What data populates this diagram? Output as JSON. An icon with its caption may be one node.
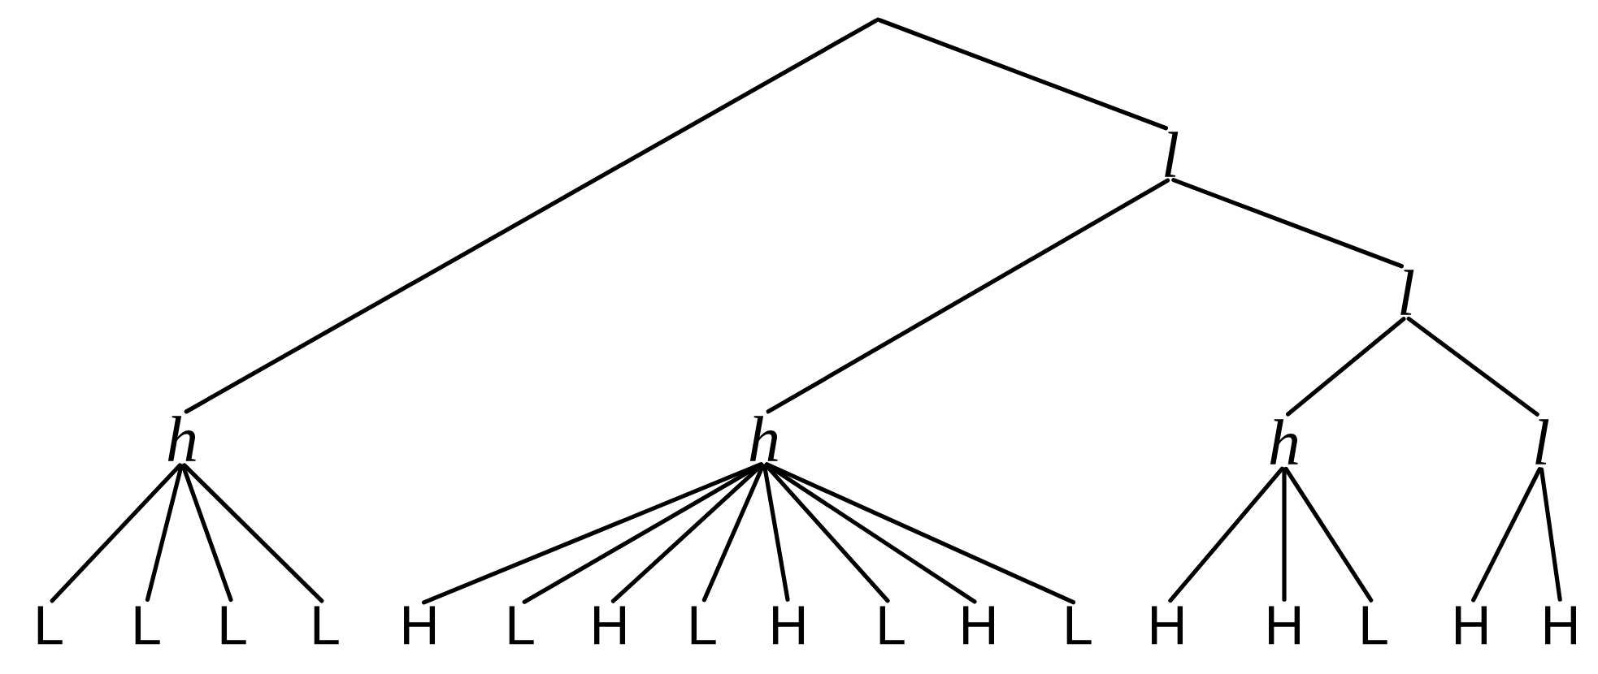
{
  "diagram": {
    "nodes": [
      {
        "text": [],
        "shape": "point"
      },
      {
        "text": [
          "l"
        ]
      },
      {
        "text": [
          "h"
        ]
      },
      {
        "text": [
          "h"
        ]
      },
      {
        "text": [
          "l"
        ]
      },
      {
        "text": [
          "h"
        ]
      },
      {
        "text": [
          "l"
        ]
      },
      {
        "text": [
          "L"
        ]
      },
      {
        "text": [
          "L"
        ]
      },
      {
        "text": [
          "L"
        ]
      },
      {
        "text": [
          "L"
        ]
      },
      {
        "text": [
          "H"
        ]
      },
      {
        "text": [
          "L"
        ]
      },
      {
        "text": [
          "H"
        ]
      },
      {
        "text": [
          "L"
        ]
      },
      {
        "text": [
          "H"
        ]
      },
      {
        "text": [
          "L"
        ]
      },
      {
        "text": [
          "H"
        ]
      },
      {
        "text": [
          "L"
        ]
      },
      {
        "text": [
          "H"
        ]
      },
      {
        "text": [
          "H"
        ]
      },
      {
        "text": [
          "L"
        ]
      },
      {
        "text": [
          "H"
        ]
      },
      {
        "text": [
          "H"
        ]
      }
    ],
    "edges": [
      {
        "from": 0,
        "to": 2,
        "arrow": "none"
      },
      {
        "from": 0,
        "to": 1,
        "arrow": "none"
      },
      {
        "from": 1,
        "to": 3,
        "arrow": "none"
      },
      {
        "from": 1,
        "to": 4,
        "arrow": "none"
      },
      {
        "from": 4,
        "to": 5,
        "arrow": "none"
      },
      {
        "from": 4,
        "to": 6,
        "arrow": "none"
      },
      {
        "from": 2,
        "to": 7,
        "arrow": "none"
      },
      {
        "from": 2,
        "to": 8,
        "arrow": "none"
      },
      {
        "from": 2,
        "to": 9,
        "arrow": "none"
      },
      {
        "from": 2,
        "to": 10,
        "arrow": "none"
      },
      {
        "from": 3,
        "to": 11,
        "arrow": "none"
      },
      {
        "from": 3,
        "to": 12,
        "arrow": "none"
      },
      {
        "from": 3,
        "to": 13,
        "arrow": "none"
      },
      {
        "from": 3,
        "to": 14,
        "arrow": "none"
      },
      {
        "from": 3,
        "to": 15,
        "arrow": "none"
      },
      {
        "from": 3,
        "to": 16,
        "arrow": "none"
      },
      {
        "from": 3,
        "to": 17,
        "arrow": "none"
      },
      {
        "from": 3,
        "to": 18,
        "arrow": "none"
      },
      {
        "from": 5,
        "to": 19,
        "arrow": "none"
      },
      {
        "from": 5,
        "to": 20,
        "arrow": "none"
      },
      {
        "from": 5,
        "to": 21,
        "arrow": "none"
      },
      {
        "from": 6,
        "to": 22,
        "arrow": "none"
      },
      {
        "from": 6,
        "to": 23,
        "arrow": "none"
      }
    ]
  }
}
